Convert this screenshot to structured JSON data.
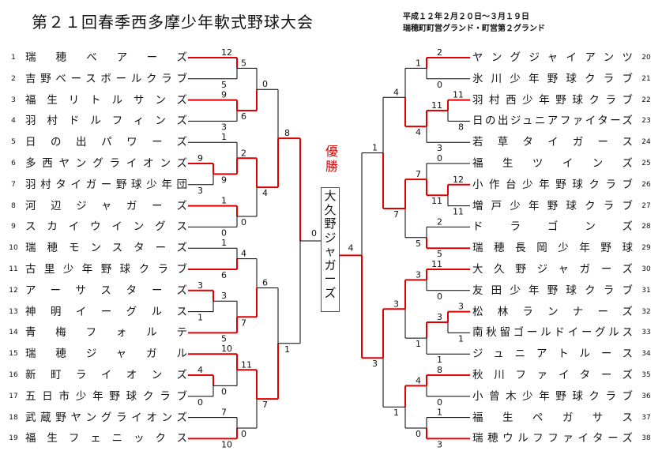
{
  "title": "第２１回春季西多摩少年軟式野球大会",
  "period": [
    "平成１２年２月２０日～３月１９日",
    "瑞穂町町営グランド・町営第２グランド"
  ],
  "champion": {
    "label": "優勝",
    "team": "大久野ジャガーズ"
  },
  "left_teams": [
    {
      "no": "1",
      "name": "瑞穂ベアーズ"
    },
    {
      "no": "2",
      "name": "吉野ベースボールクラブ"
    },
    {
      "no": "3",
      "name": "福生リトルサンズ"
    },
    {
      "no": "4",
      "name": "羽村ドルフィンズ"
    },
    {
      "no": "5",
      "name": "日の出パワーズ"
    },
    {
      "no": "6",
      "name": "多西ヤングライオンズ"
    },
    {
      "no": "7",
      "name": "羽村タイガー野球少年団"
    },
    {
      "no": "8",
      "name": "河辺ジャガーズ"
    },
    {
      "no": "9",
      "name": "スカイウイングス"
    },
    {
      "no": "10",
      "name": "瑞穂モンスターズ"
    },
    {
      "no": "11",
      "name": "古里少年野球クラブ"
    },
    {
      "no": "12",
      "name": "アーサスターズ"
    },
    {
      "no": "13",
      "name": "神明イーグルス"
    },
    {
      "no": "14",
      "name": "青梅フォルテ"
    },
    {
      "no": "15",
      "name": "瑞穂ジャガル"
    },
    {
      "no": "16",
      "name": "新町ライオンズ"
    },
    {
      "no": "17",
      "name": "五日市少年野球クラブ"
    },
    {
      "no": "18",
      "name": "武蔵野ヤングライオンズ"
    },
    {
      "no": "19",
      "name": "福生フェニックス"
    }
  ],
  "right_teams": [
    {
      "no": "20",
      "name": "ヤングジャイアンツ"
    },
    {
      "no": "21",
      "name": "氷川少年野球クラブ"
    },
    {
      "no": "22",
      "name": "羽村西少年野球クラブ"
    },
    {
      "no": "23",
      "name": "日の出ジュニアファイターズ"
    },
    {
      "no": "24",
      "name": "若草タイガース"
    },
    {
      "no": "25",
      "name": "福生ツインズ"
    },
    {
      "no": "26",
      "name": "小作台少年野球クラブ"
    },
    {
      "no": "27",
      "name": "増戸少年野球クラブ"
    },
    {
      "no": "28",
      "name": "ドラゴンズ"
    },
    {
      "no": "29",
      "name": "瑞穂長岡少年野球"
    },
    {
      "no": "30",
      "name": "大久野ジャガーズ"
    },
    {
      "no": "31",
      "name": "友田少年野球クラブ"
    },
    {
      "no": "32",
      "name": "松林ランナーズ"
    },
    {
      "no": "33",
      "name": "南秋留ゴールドイーグルス"
    },
    {
      "no": "34",
      "name": "ジュニアトルース"
    },
    {
      "no": "35",
      "name": "秋川ファイターズ"
    },
    {
      "no": "36",
      "name": "小曾木少年野球クラブ"
    },
    {
      "no": "37",
      "name": "福生ペガサス"
    },
    {
      "no": "38",
      "name": "瑞穂ウルフファイターズ"
    }
  ],
  "left_scores": {
    "r1": [
      {
        "pair": "6-7",
        "top": "9",
        "bottom": "3"
      },
      {
        "pair": "12-13",
        "top": "3",
        "bottom": "1"
      },
      {
        "pair": "16-17",
        "top": "4",
        "bottom": "0"
      }
    ],
    "r2": [
      {
        "pair": "1-2",
        "top": "12",
        "bottom": "5"
      },
      {
        "pair": "3-4",
        "top": "9",
        "bottom": "3"
      },
      {
        "pair": "5-m67",
        "top": "1",
        "bottom": "9"
      },
      {
        "pair": "8-9",
        "top": "1",
        "bottom": "0"
      },
      {
        "pair": "10-11",
        "top": "1",
        "bottom": "6"
      },
      {
        "pair": "m1213-14",
        "top": "3",
        "bottom": "5"
      },
      {
        "pair": "15-m1617",
        "top": "10",
        "bottom": "0"
      },
      {
        "pair": "18-19",
        "top": "7",
        "bottom": "10"
      }
    ],
    "r3": [
      {
        "pair": "A-B",
        "top": "5",
        "bottom": "6"
      },
      {
        "pair": "C-D",
        "top": "2",
        "bottom": "0"
      },
      {
        "pair": "E-F",
        "top": "4",
        "bottom": "7"
      },
      {
        "pair": "G-H",
        "top": "11",
        "bottom": "0"
      }
    ],
    "r4": [
      {
        "pair": "top",
        "top": "0",
        "bottom": "4"
      },
      {
        "pair": "bottom",
        "top": "6",
        "bottom": "7"
      }
    ],
    "r5": {
      "top": "8",
      "bottom": "1"
    },
    "final": "0"
  },
  "right_scores": {
    "r1": [
      {
        "pair": "22-23",
        "top": "11",
        "bottom": "8"
      },
      {
        "pair": "26-27",
        "top": "12",
        "bottom": "11"
      },
      {
        "pair": "32-33",
        "top": "3",
        "bottom": "1"
      }
    ],
    "r2": [
      {
        "pair": "20-21",
        "top": "2",
        "bottom": "0"
      },
      {
        "pair": "m2223-24",
        "top": "11",
        "bottom": "3"
      },
      {
        "pair": "25-m2627",
        "top": "0",
        "bottom": "11"
      },
      {
        "pair": "28-29",
        "top": "2",
        "bottom": "5"
      },
      {
        "pair": "30-31",
        "top": "11",
        "bottom": "0"
      },
      {
        "pair": "m3233-34",
        "top": "3",
        "bottom": "1"
      },
      {
        "pair": "35-36",
        "top": "8",
        "bottom": "0"
      },
      {
        "pair": "37-38",
        "top": "1",
        "bottom": "3"
      }
    ],
    "r3": [
      {
        "pair": "A-B",
        "top": "1",
        "bottom": "4"
      },
      {
        "pair": "C-D",
        "top": "7",
        "bottom": "5"
      },
      {
        "pair": "E-F",
        "top": "3",
        "bottom": "1"
      },
      {
        "pair": "G-H",
        "top": "4",
        "bottom": "0"
      }
    ],
    "r4": [
      {
        "pair": "top",
        "top": "4",
        "bottom": "7"
      },
      {
        "pair": "bottom",
        "top": "3",
        "bottom": "1"
      }
    ],
    "r5": {
      "top": "1",
      "bottom": "3"
    },
    "final": "4"
  },
  "colors": {
    "winner_line": "#e00000",
    "loser_line": "#000000",
    "champion_label": "#d00000"
  }
}
